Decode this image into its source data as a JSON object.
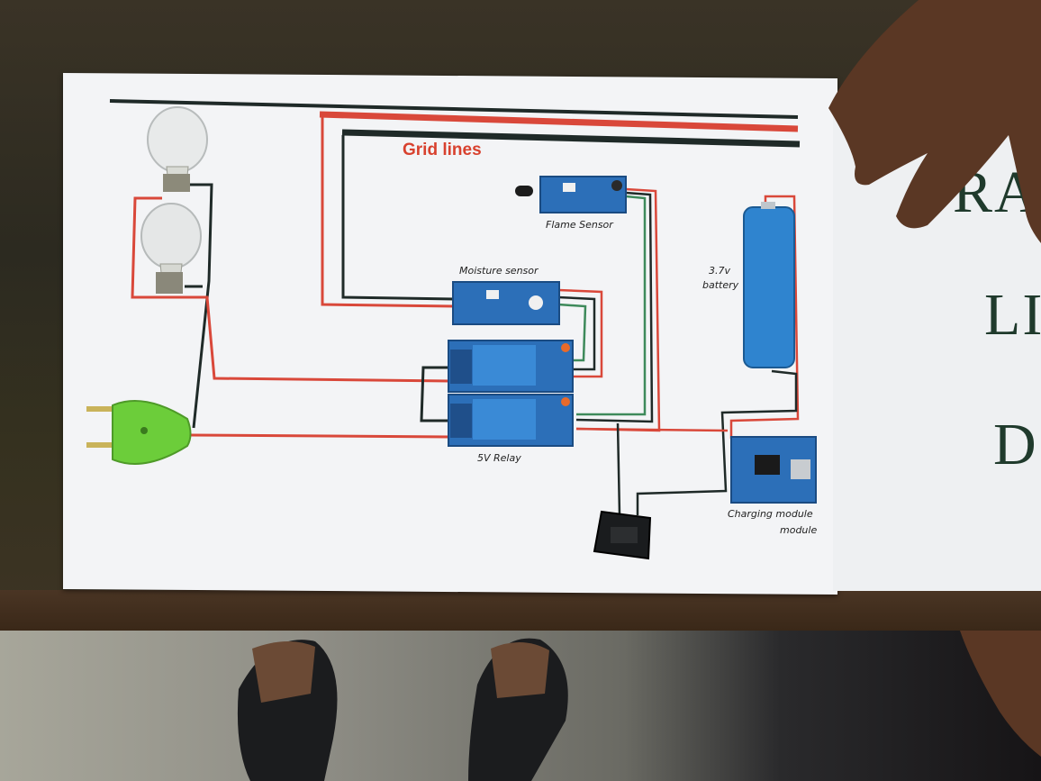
{
  "diagram": {
    "grid_label": "Grid lines",
    "flame_sensor_label": "Flame Sensor",
    "moisture_sensor_label": "Moisture sensor",
    "battery_label_line1": "3.7v",
    "battery_label_line2": "battery",
    "relay_label": "5V Relay",
    "charging_label_line1": "Charging module",
    "charging_label_line2": "module"
  },
  "side_sheet": {
    "line1": "RA",
    "line2": "LI",
    "line3": "D"
  },
  "colors": {
    "red_wire": "#d9483a",
    "black_wire": "#1f2a28",
    "green_wire": "#3e8a5b",
    "module_blue": "#2c6fb8",
    "plug_green": "#6ccd3a",
    "battery_blue": "#2f84cf"
  }
}
